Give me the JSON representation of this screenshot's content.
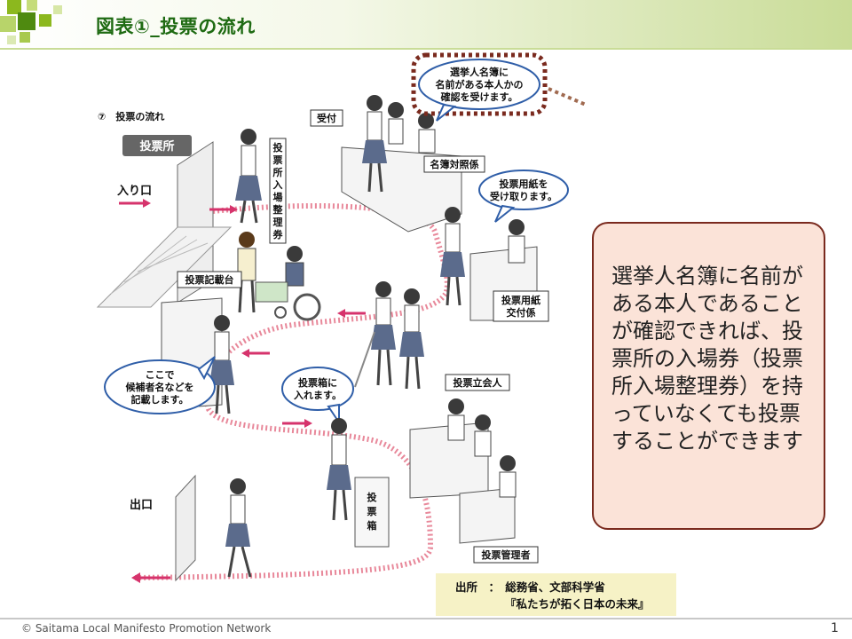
{
  "header": {
    "title": "図表①_投票の流れ"
  },
  "diagram": {
    "heading": "⑦　投票の流れ",
    "place": "投票所",
    "entrance": "入り口",
    "exit": "出口",
    "labels": {
      "ticket": [
        "投",
        "票",
        "所",
        "入",
        "場",
        "整",
        "理",
        "券"
      ],
      "reception": "受付",
      "roster_clerk": "名簿対照係",
      "writing_desk": "投票記載台",
      "ballot_clerk": [
        "投票用紙",
        "交付係"
      ],
      "observer": "投票立会人",
      "box_manager": "投票管理者",
      "ballot_box": [
        "投",
        "票",
        "箱"
      ]
    },
    "bubbles": {
      "confirm": [
        "選挙人名簿に",
        "名前がある本人かの",
        "確認を受けます。"
      ],
      "receive": [
        "投票用紙を",
        "受け取ります。"
      ],
      "write": [
        "ここで",
        "候補者名などを",
        "記載します。"
      ],
      "insert": [
        "投票箱に",
        "入れます。"
      ]
    }
  },
  "callout": {
    "text": "選挙人名簿に名前がある本人であることが確認できれば、投票所の入場券（投票所入場整理券）を持っていなくても投票することができます"
  },
  "source": {
    "line1": "出所　：　総務省、文部科学省",
    "line2": "『私たちが拓く日本の未来』"
  },
  "footer": {
    "copyright": "© Saitama Local Manifesto Promotion Network",
    "page": "1"
  },
  "colors": {
    "title": "#1e6a12",
    "accent_green": "#8cb81e",
    "path": "#e8889a",
    "arrow": "#d6336c",
    "callout_bg": "#fbe3d8",
    "callout_border": "#7a2a1e",
    "dotted": "#a06a50",
    "bubble_border": "#2f5ea8"
  }
}
